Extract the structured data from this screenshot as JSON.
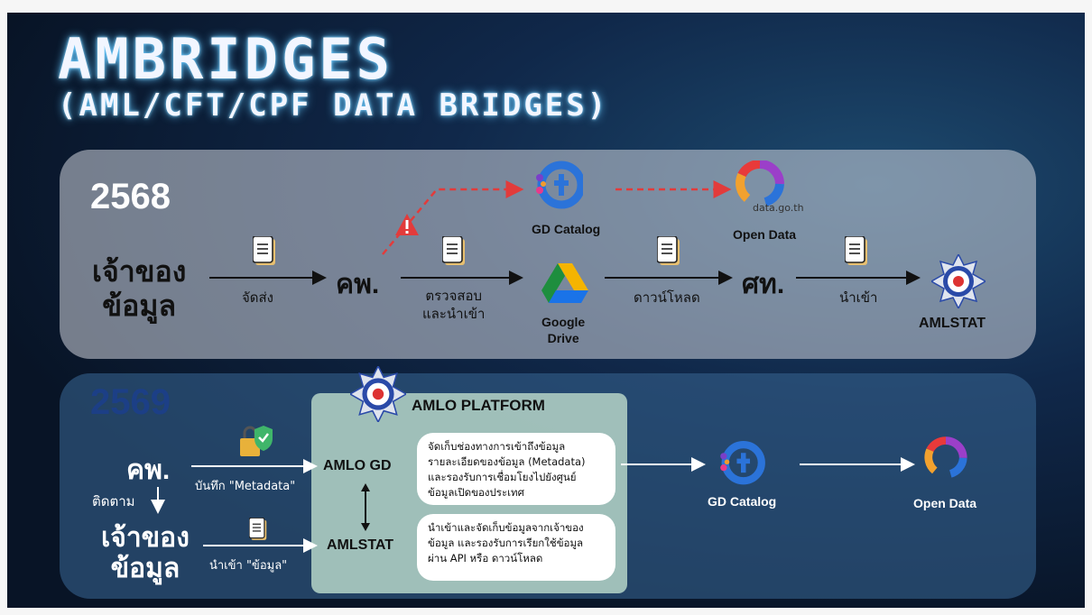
{
  "title": {
    "line1": "AMBRIDGES",
    "line2": "(AML/CFT/CPF DATA BRIDGES)"
  },
  "row2568": {
    "year": "2568",
    "owner": "เจ้าของ\nข้อมูล",
    "send": "จัดส่ง",
    "kp": "คพ.",
    "verify": "ตรวจสอบ\nและนำเข้า",
    "gd_catalog": "GD Catalog",
    "open_data": "Open Data",
    "data_go_th": "data.go.th",
    "google_drive": "Google\nDrive",
    "download": "ดาวน์โหลด",
    "st": "ศท.",
    "import": "นำเข้า",
    "amlstat": "AMLSTAT"
  },
  "row2569": {
    "year": "2569",
    "platform_title": "AMLO PLATFORM",
    "kp": "คพ.",
    "follow": "ติดตาม",
    "owner": "เจ้าของ\nข้อมูล",
    "record_metadata": "บันทึก \"Metadata\"",
    "import_data": "นำเข้า \"ข้อมูล\"",
    "amlo_gd": "AMLO GD",
    "amlstat": "AMLSTAT",
    "bubble1": "จัดเก็บช่องทางการเข้าถึงข้อมูล\nรายละเอียดของข้อมูล (Metadata)\nและรองรับการเชื่อมโยงไปยังศูนย์\nข้อมูลเปิดของประเทศ",
    "bubble2": "นำเข้าและจัดเก็บข้อมูลจากเจ้าของ\nข้อมูล และรองรับการเรียกใช้ข้อมูล\nผ่าน API หรือ ดาวน์โหลด",
    "gd_catalog": "GD Catalog",
    "open_data": "Open Data"
  },
  "colors": {
    "warning": "#e23b3b",
    "dashed": "#e23b3b",
    "gd_blue": "#2b73d9",
    "year_2569": "#1c3f86"
  },
  "icons": [
    "document-icon",
    "warning-icon",
    "gd-catalog-logo",
    "open-data-logo",
    "google-drive-logo",
    "amlo-seal-icon",
    "lock-shield-icon"
  ]
}
